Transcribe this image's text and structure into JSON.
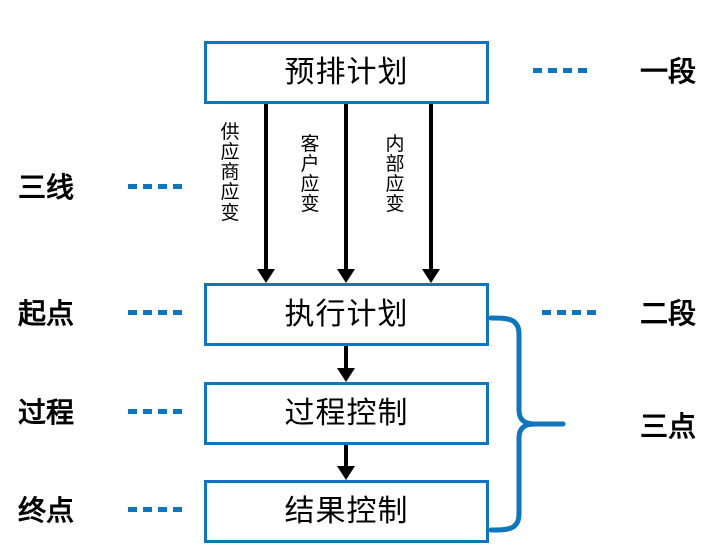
{
  "diagram": {
    "title_text": "",
    "colors": {
      "accent_blue": "#0f76bd",
      "text_black": "#000000",
      "background": "#ffffff"
    },
    "boxes": [
      {
        "id": "preplan",
        "label": "预排计划"
      },
      {
        "id": "exec",
        "label": "执行计划"
      },
      {
        "id": "process",
        "label": "过程控制"
      },
      {
        "id": "result",
        "label": "结果控制"
      }
    ],
    "streams": [
      {
        "id": "supplier",
        "label": "供应商应变"
      },
      {
        "id": "customer",
        "label": "客户应变"
      },
      {
        "id": "internal",
        "label": "内部应变"
      }
    ],
    "left_labels": [
      {
        "id": "three-lines",
        "label": "三线"
      },
      {
        "id": "start-point",
        "label": "起点"
      },
      {
        "id": "process",
        "label": "过程"
      },
      {
        "id": "end-point",
        "label": "终点"
      }
    ],
    "right_labels": [
      {
        "id": "stage-one",
        "label": "一段"
      },
      {
        "id": "stage-two",
        "label": "二段"
      },
      {
        "id": "three-points",
        "label": "三点"
      }
    ]
  }
}
